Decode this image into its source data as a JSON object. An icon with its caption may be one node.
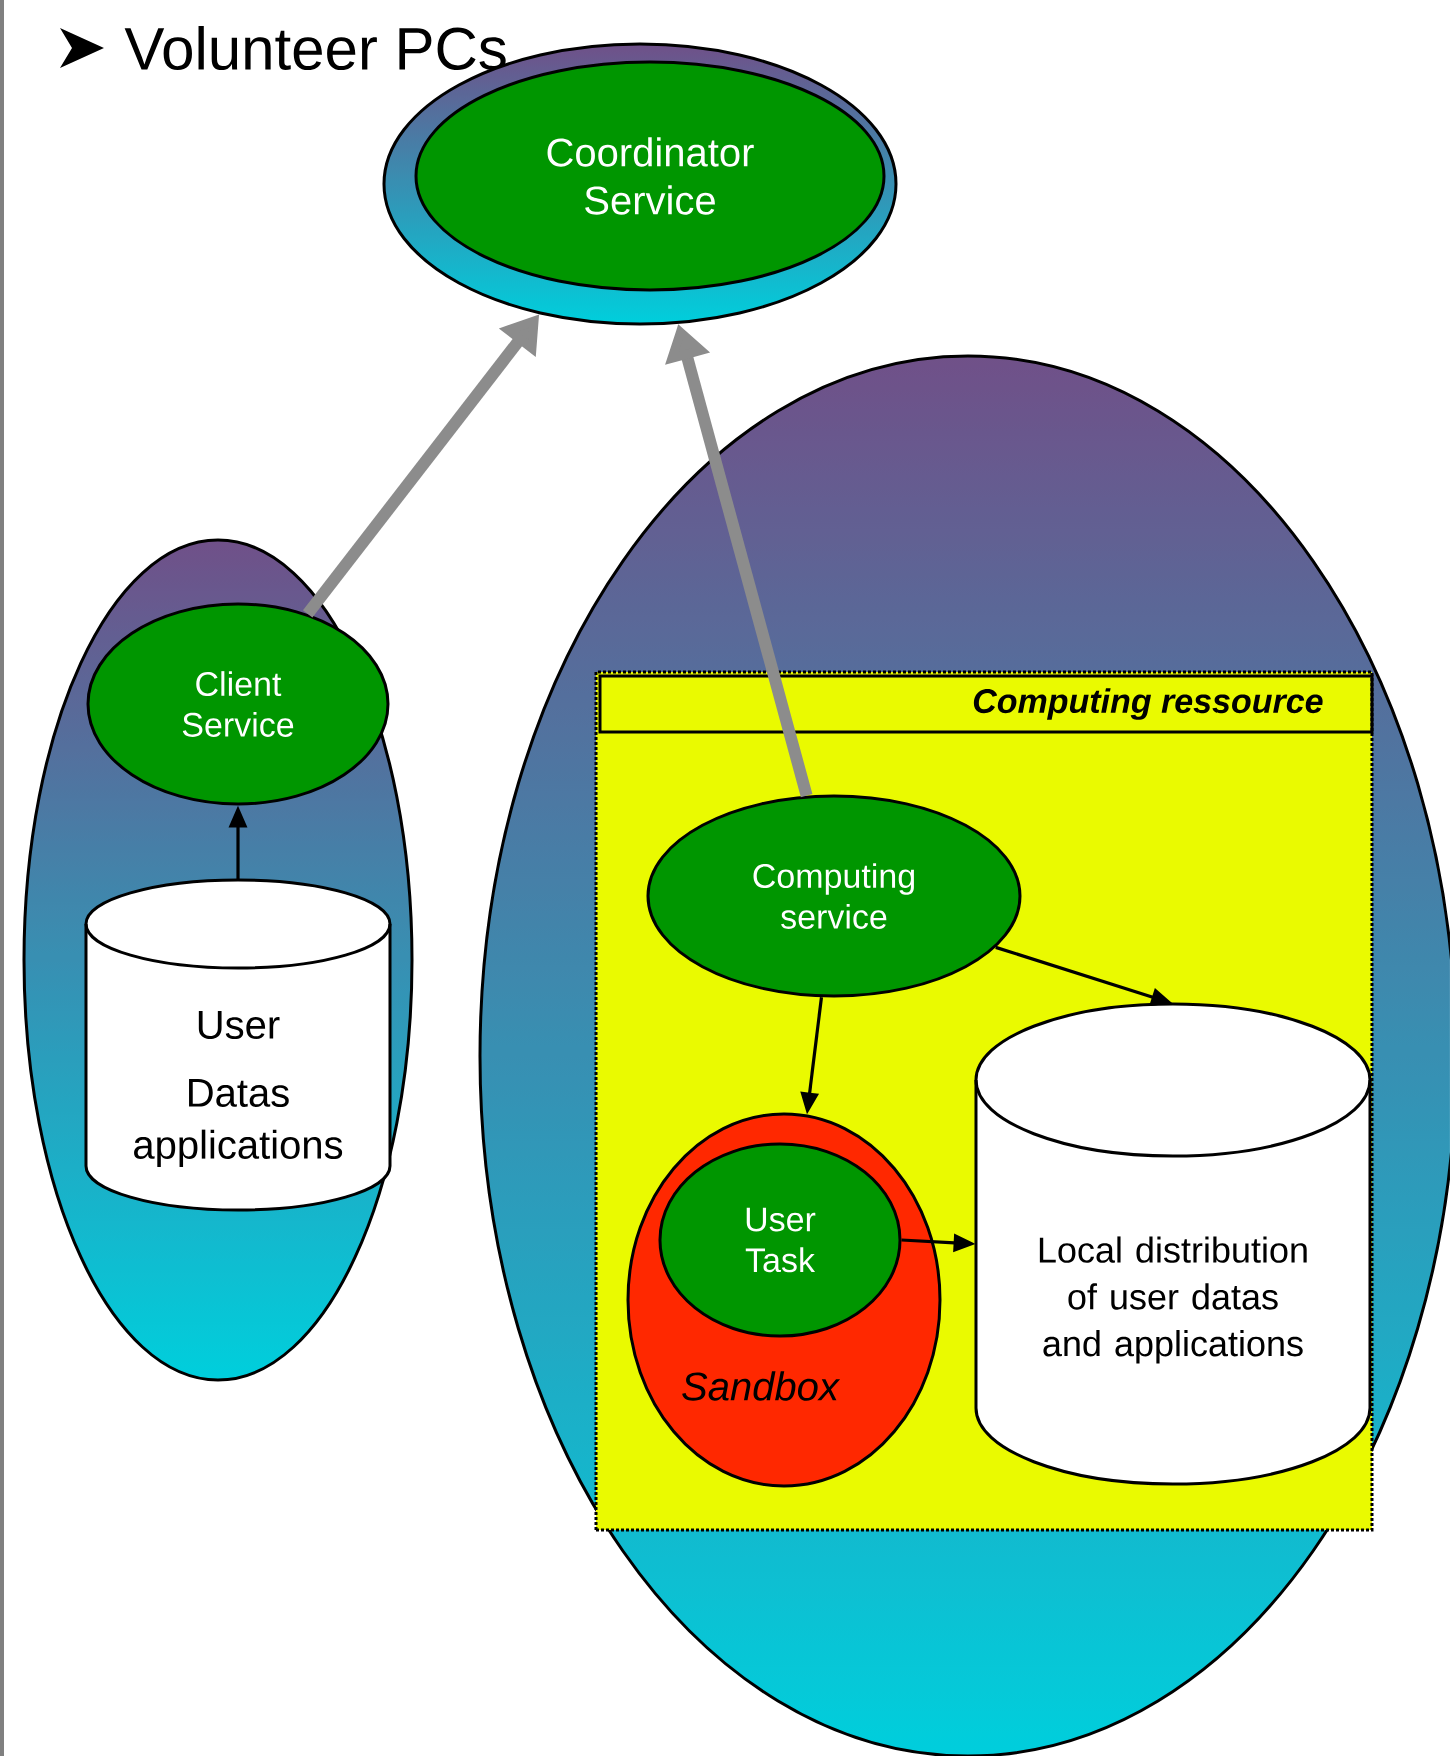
{
  "diagram": {
    "title": "Volunteer PCs",
    "nodes": [
      {
        "text": [],
        "shape": "ellipse"
      },
      {
        "text": [
          "Coordinator Service"
        ],
        "in": 0
      },
      {
        "text": [],
        "shape": "ellipse"
      },
      {
        "text": [
          "Client Service"
        ],
        "in": 2
      },
      {
        "text": [
          "User",
          "Datas applications"
        ],
        "in": 2
      },
      {
        "text": [],
        "shape": "ellipse"
      },
      {
        "text": [
          "Computing ressource"
        ],
        "in": 5
      },
      {
        "text": [
          "Computing service"
        ],
        "in": 6
      },
      {
        "text": [
          "Sandbox"
        ],
        "in": 6
      },
      {
        "text": [
          "User Task"
        ],
        "in": 8
      },
      {
        "text": [
          "Local distribution of user datas and applications"
        ],
        "in": 6
      }
    ],
    "edges": [
      {
        "from": 3,
        "to": 0,
        "arrow": "to",
        "style": "thick",
        "color": "#8c8c8c"
      },
      {
        "from": 7,
        "to": 0,
        "arrow": "to",
        "style": "thick",
        "color": "#8c8c8c"
      },
      {
        "from": 4,
        "to": 3,
        "arrow": "to"
      },
      {
        "from": 7,
        "to": 8,
        "arrow": "to"
      },
      {
        "from": 7,
        "to": 10,
        "arrow": "to"
      },
      {
        "from": 9,
        "to": 10,
        "arrow": "to"
      }
    ]
  }
}
